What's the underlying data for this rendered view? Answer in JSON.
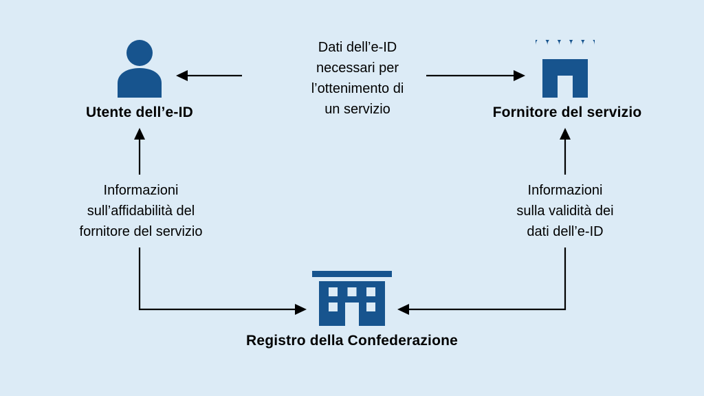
{
  "nodes": {
    "user": {
      "label": "Utente dell’e-ID",
      "icon": "person-icon"
    },
    "provider": {
      "label": "Fornitore del servizio",
      "icon": "store-icon"
    },
    "registry": {
      "label": "Registro della Confederazione",
      "icon": "building-icon"
    }
  },
  "edges": {
    "top": {
      "lines": [
        "Dati dell’e-ID",
        "necessari per",
        "l’ottenimento di",
        "un servizio"
      ]
    },
    "left": {
      "lines": [
        "Informazioni",
        "sull’affidabilità del",
        "fornitore del servizio"
      ]
    },
    "right": {
      "lines": [
        "Informazioni",
        "sulla validità dei",
        "dati dell’e-ID"
      ]
    }
  },
  "colors": {
    "background": "#dcebf6",
    "icon_blue": "#17548e",
    "line": "#000000",
    "text": "#000000"
  }
}
